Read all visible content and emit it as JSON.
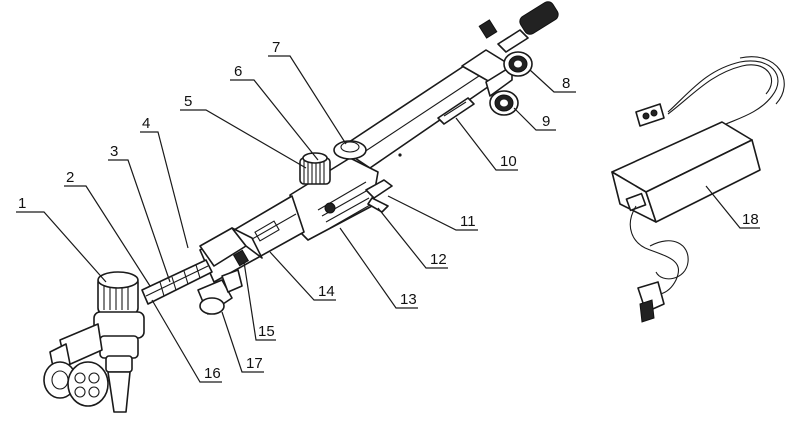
{
  "callouts": [
    "1",
    "2",
    "3",
    "4",
    "5",
    "6",
    "7",
    "8",
    "9",
    "10",
    "11",
    "12",
    "13",
    "14",
    "15",
    "16",
    "17",
    "18"
  ],
  "colors": {
    "line": "#1a1a1a",
    "background": "#ffffff"
  }
}
